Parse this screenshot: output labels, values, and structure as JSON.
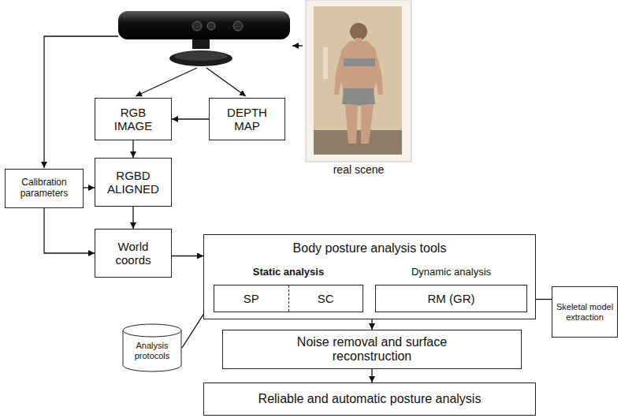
{
  "diagram": {
    "nodes": [
      {
        "text": [
          "RGB IMAGE"
        ]
      },
      {
        "text": [
          "DEPTH MAP"
        ]
      },
      {
        "text": [
          "Calibration parameters"
        ]
      },
      {
        "text": [
          "RGBD ALIGNED"
        ]
      },
      {
        "text": [
          "World coords"
        ]
      },
      {
        "text": [
          "Body posture analysis tools"
        ]
      },
      {
        "text": [
          "Static analysis",
          "SP",
          "SC"
        ],
        "in": 5
      },
      {
        "text": [
          "Dynamic analysis",
          "RM (GR)"
        ],
        "in": 5
      },
      {
        "text": [
          "Analysis protocols"
        ]
      },
      {
        "text": [
          "Skeletal model extraction"
        ]
      },
      {
        "text": [
          "Noise removal and surface reconstruction"
        ]
      },
      {
        "text": [
          "Reliable and automatic posture analysis"
        ]
      }
    ],
    "edges": [
      {
        "from": 1,
        "to": 0,
        "arrow": "to"
      },
      {
        "from": 0,
        "to": 3,
        "arrow": "to"
      },
      {
        "from": 2,
        "to": 3,
        "arrow": "to"
      },
      {
        "from": 3,
        "to": 4,
        "arrow": "to"
      },
      {
        "from": 2,
        "to": 4,
        "arrow": "to"
      },
      {
        "from": 4,
        "to": 5,
        "arrow": "to"
      },
      {
        "from": 8,
        "to": 6,
        "arrow": "to"
      },
      {
        "from": 9,
        "to": 7,
        "arrow": "to"
      },
      {
        "from": 5,
        "to": 10,
        "arrow": "to"
      },
      {
        "from": 10,
        "to": 11,
        "arrow": "to"
      }
    ],
    "labels": [
      "real scene"
    ]
  }
}
